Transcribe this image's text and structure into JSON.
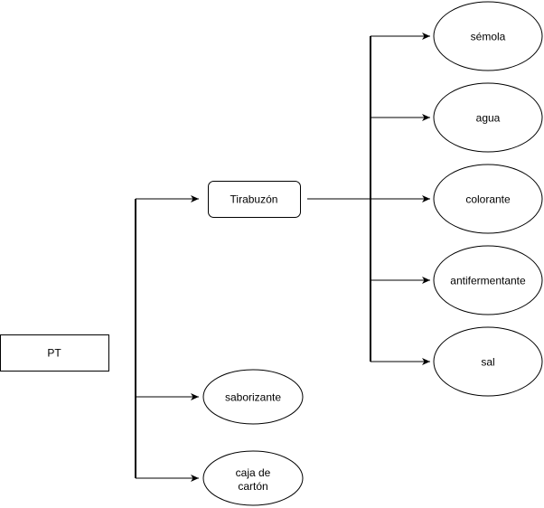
{
  "diagram": {
    "nodes": {
      "pt": {
        "label": "PT",
        "shape": "rectangle"
      },
      "tirabuzon": {
        "label": "Tirabuzón",
        "shape": "rounded-rectangle"
      },
      "saborizante": {
        "label": "saborizante",
        "shape": "ellipse"
      },
      "caja": {
        "label_lines": [
          "caja de",
          "cartón"
        ],
        "shape": "ellipse"
      },
      "semola": {
        "label": "sémola",
        "shape": "ellipse"
      },
      "agua": {
        "label": "agua",
        "shape": "ellipse"
      },
      "colorante": {
        "label": "colorante",
        "shape": "ellipse"
      },
      "antifermentante": {
        "label": "antifermentante",
        "shape": "ellipse"
      },
      "sal": {
        "label": "sal",
        "shape": "ellipse"
      }
    },
    "edges": [
      {
        "from": "pt",
        "to": "tirabuzon"
      },
      {
        "from": "pt",
        "to": "saborizante"
      },
      {
        "from": "pt",
        "to": "caja"
      },
      {
        "from": "tirabuzon",
        "to": "semola"
      },
      {
        "from": "tirabuzon",
        "to": "agua"
      },
      {
        "from": "tirabuzon",
        "to": "colorante"
      },
      {
        "from": "tirabuzon",
        "to": "antifermentante"
      },
      {
        "from": "tirabuzon",
        "to": "sal"
      }
    ],
    "stroke_color": "#000000",
    "fill_color": "#ffffff"
  }
}
